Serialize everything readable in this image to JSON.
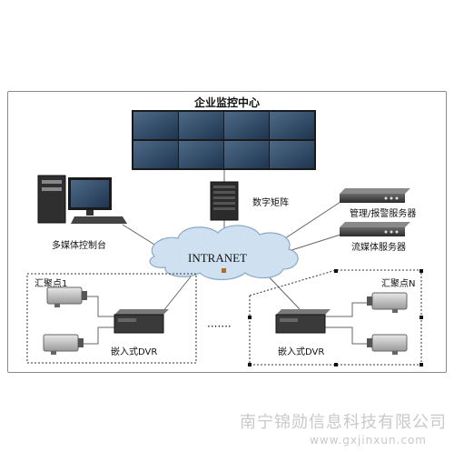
{
  "diagram": {
    "center_title": "企业监控中心",
    "matrix_label": "数字矩阵",
    "console_label": "多媒体控制台",
    "mgmt_server_label": "管理/报警服务器",
    "stream_server_label": "流媒体服务器",
    "network_label": "INTRANET",
    "cluster_left": {
      "title": "汇聚点1",
      "dvr_label": "嵌入式DVR"
    },
    "cluster_right": {
      "title": "汇聚点N",
      "dvr_label": "嵌入式DVR"
    },
    "ellipsis": "·······"
  },
  "watermark": {
    "company": "南宁锦勋信息科技有限公司",
    "url": "www.gxjinxun.com"
  },
  "colors": {
    "screen": "#2f4763",
    "bezel": "#1a1a1a",
    "cloud_fill": "#cfe1f1",
    "cloud_stroke": "#8aa9c6",
    "line": "#666666",
    "watermark": "#c9c9c9"
  }
}
